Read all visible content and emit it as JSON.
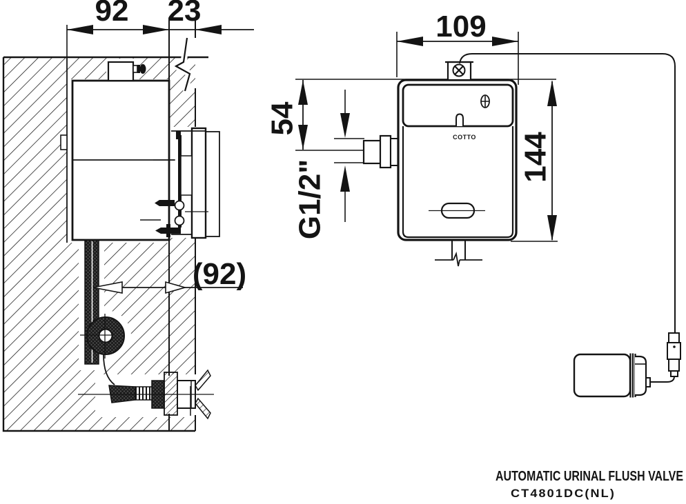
{
  "product": {
    "title": "AUTOMATIC URINAL FLUSH VALVE",
    "model": "CT4801DC(NL)",
    "brand": "COTTO"
  },
  "dimensions": {
    "recess_width": "92",
    "wall_thickness": "23",
    "recess_width_ref": "(92)",
    "body_width": "109",
    "inlet_offset": "54",
    "body_height": "144",
    "inlet_thread": "G1/2\""
  },
  "colors": {
    "line": "#141414",
    "dark_fill": "#474747",
    "background": "#ffffff"
  }
}
